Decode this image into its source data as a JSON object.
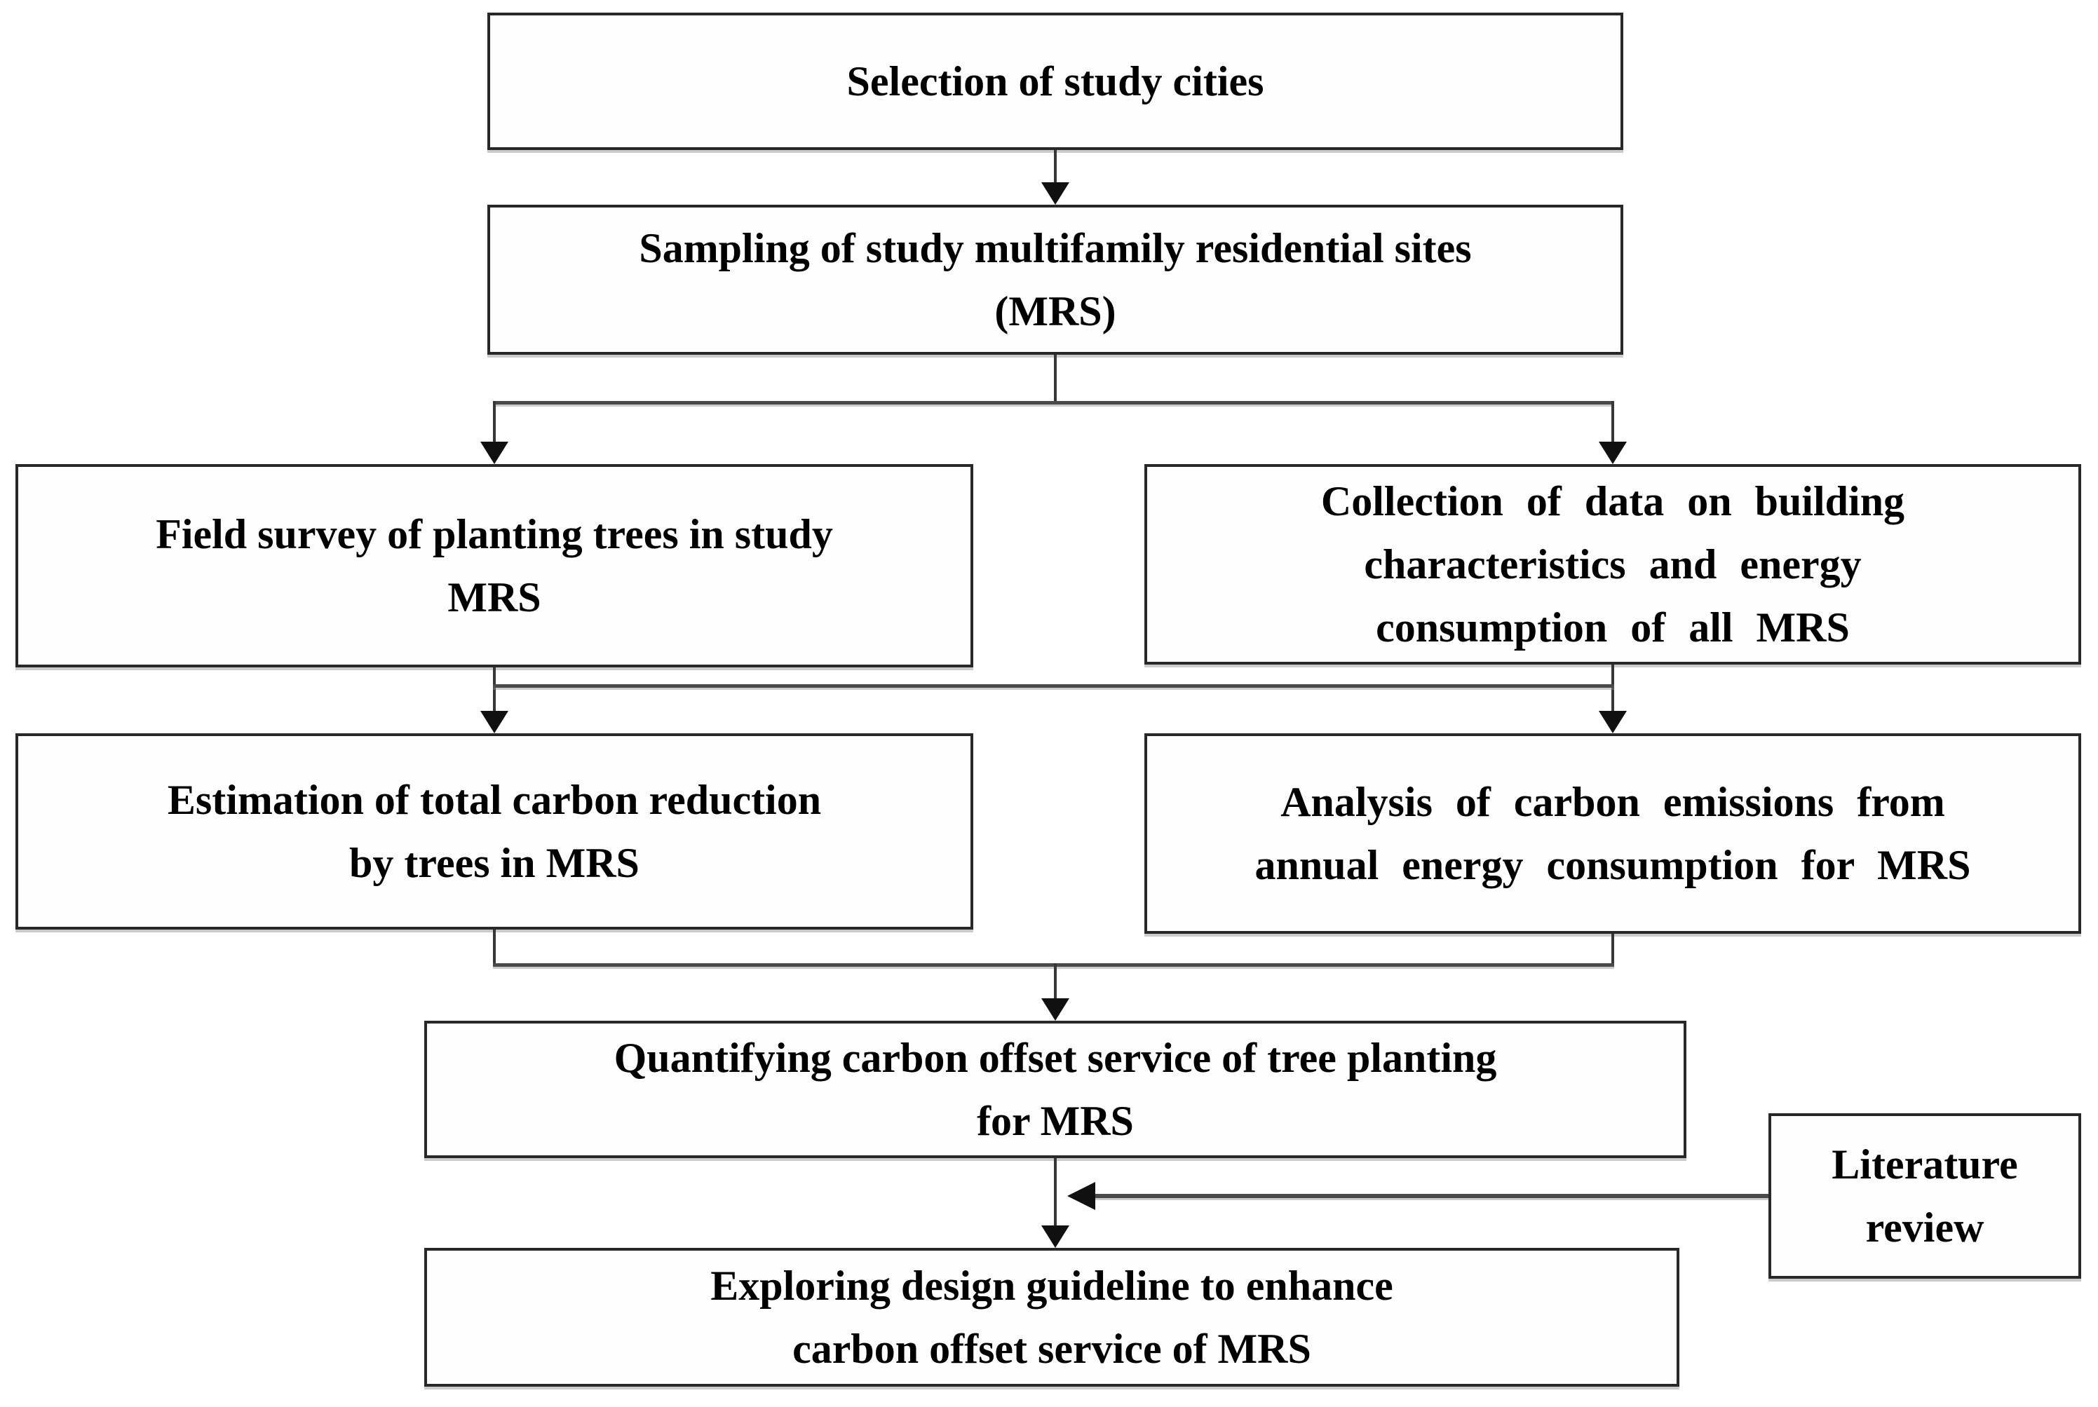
{
  "colors": {
    "background": "#ffffff",
    "line": "#2a2a2a",
    "text": "#000000"
  },
  "boxes": {
    "selection": {
      "lines": [
        "Selection of study cities"
      ]
    },
    "sampling": {
      "lines": [
        "Sampling of study multifamily residential sites",
        "(MRS)"
      ]
    },
    "field_survey": {
      "lines": [
        "Field survey of planting trees in study",
        "MRS"
      ]
    },
    "collection": {
      "lines": [
        "Collection of data on building",
        "characteristics and energy",
        "consumption of all MRS"
      ]
    },
    "estimation": {
      "lines": [
        "Estimation of total carbon reduction",
        "by trees in MRS"
      ]
    },
    "analysis": {
      "lines": [
        "Analysis of carbon emissions from",
        "annual energy consumption for MRS"
      ]
    },
    "quantifying": {
      "lines": [
        "Quantifying carbon offset service of tree planting",
        "for MRS"
      ]
    },
    "literature": {
      "lines": [
        "Literature",
        "review"
      ]
    },
    "exploring": {
      "lines": [
        "Exploring design guideline to enhance",
        "carbon offset service of MRS"
      ]
    }
  },
  "flow": [
    {
      "from": "selection",
      "to": "sampling"
    },
    {
      "from": "sampling",
      "to": "field_survey"
    },
    {
      "from": "sampling",
      "to": "collection"
    },
    {
      "from": "field_survey",
      "to": "estimation"
    },
    {
      "from": "collection",
      "to": "analysis"
    },
    {
      "from": "estimation",
      "to": "quantifying"
    },
    {
      "from": "analysis",
      "to": "quantifying"
    },
    {
      "from": "quantifying",
      "to": "exploring"
    },
    {
      "from": "literature",
      "to": "exploring"
    }
  ]
}
